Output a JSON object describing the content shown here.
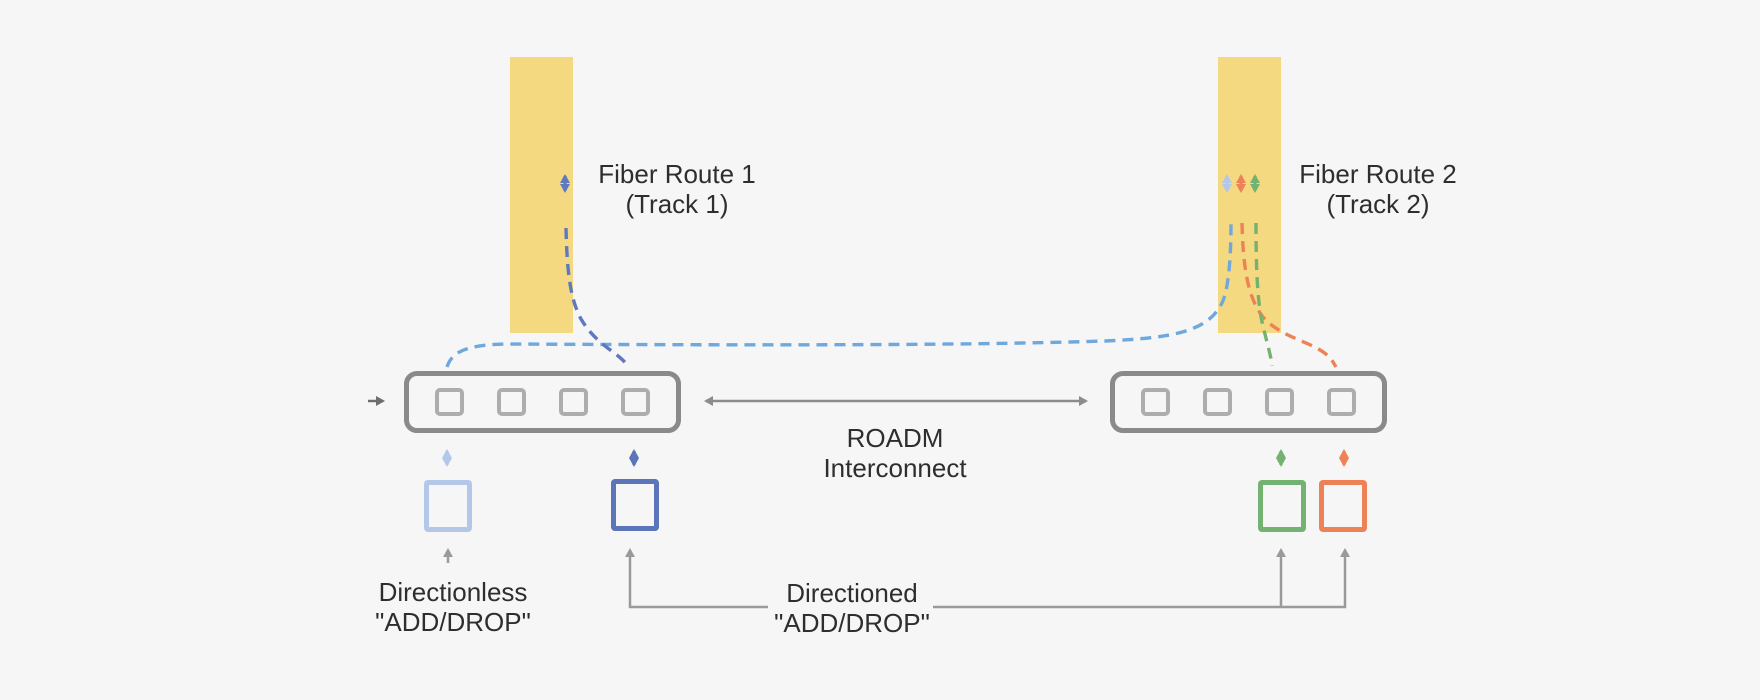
{
  "labels": {
    "fiber_route_1": {
      "line1": "Fiber Route 1",
      "line2": "(Track 1)"
    },
    "fiber_route_2": {
      "line1": "Fiber Route 2",
      "line2": "(Track 2)"
    },
    "roadm_interconnect": {
      "line1": "ROADM",
      "line2": "Interconnect"
    },
    "directionless_add_drop": {
      "line1": "Directionless",
      "line2": "\"ADD/DROP\""
    },
    "directioned_add_drop": {
      "line1": "Directioned",
      "line2": "\"ADD/DROP\""
    }
  },
  "colors": {
    "background": "#F6F6F6",
    "fiber_track_yellow": "#F5D981",
    "roadm_border_gray": "#8A8A8A",
    "degree_port_gray": "#ADADAD",
    "sky_blue_path": "#6FA8DC",
    "slate_blue_path": "#5F79BE",
    "pale_blue_add_drop": "#B3C8E8",
    "dark_blue_add_drop": "#5C74B8",
    "green_add_drop": "#74B271",
    "orange_add_drop": "#EE8257",
    "connector_gray": "#9A9A9A",
    "text": "#2E2E2E"
  },
  "structure": {
    "fiber_routes": [
      "Fiber Route 1 (Track 1)",
      "Fiber Route 2 (Track 2)"
    ],
    "roadm_nodes": 2,
    "degree_ports_per_roadm": 4,
    "add_drop_modules": [
      "directionless-pale-blue",
      "directioned-dark-blue",
      "directioned-green",
      "directioned-orange"
    ]
  }
}
